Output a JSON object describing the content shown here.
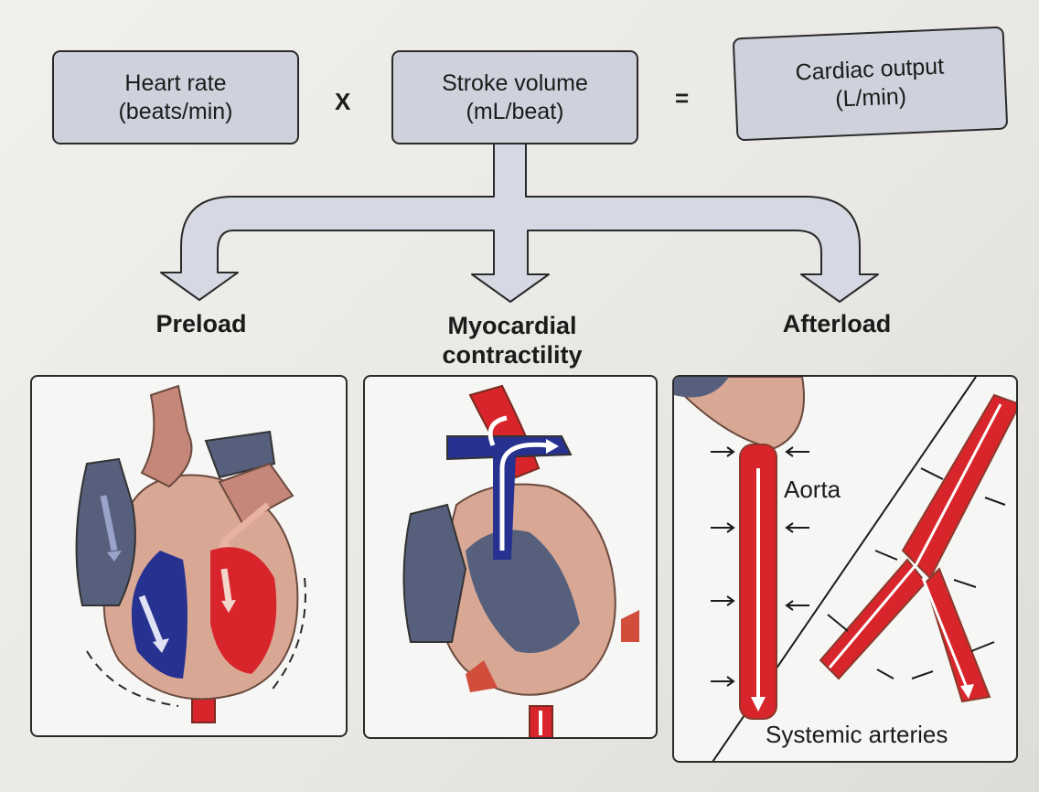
{
  "equation": {
    "heart_rate": {
      "line1": "Heart rate",
      "line2": "(beats/min)"
    },
    "times": "X",
    "stroke_volume": {
      "line1": "Stroke volume",
      "line2": "(mL/beat)"
    },
    "equals": "=",
    "cardiac_output": {
      "line1": "Cardiac output",
      "line2": "(L/min)"
    }
  },
  "factors": {
    "preload": "Preload",
    "contractility": {
      "line1": "Myocardial",
      "line2": "contractility"
    },
    "afterload": "Afterload"
  },
  "afterload_panel": {
    "aorta": "Aorta",
    "systemic": "Systemic arteries"
  },
  "colors": {
    "box_fill": "#cfd2dd",
    "arrow_fill": "#d6d9e3",
    "oxygenated": "#d8252b",
    "deoxygenated": "#27318f",
    "tissue": "#d9a895"
  }
}
